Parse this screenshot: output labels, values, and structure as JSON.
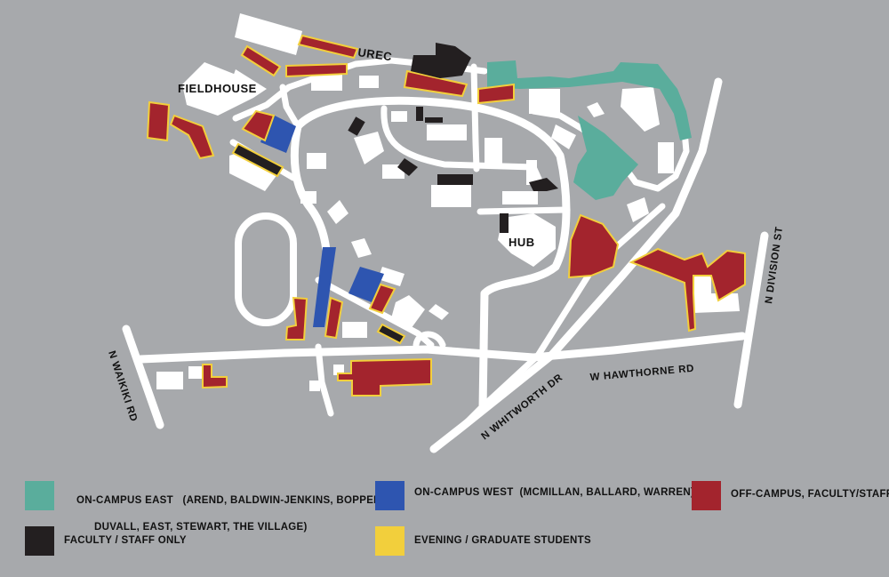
{
  "colors": {
    "background": "#a7a9ac",
    "road": "#ffffff",
    "building": "#ffffff",
    "on_campus_east": "#5aad9c",
    "on_campus_west": "#2e55b0",
    "off_campus": "#a3242d",
    "faculty_staff": "#231f20",
    "evening_graduate": "#f2cf3c"
  },
  "labels": {
    "urec": "UREC",
    "fieldhouse": "FIELDHOUSE",
    "hub": "HUB"
  },
  "streets": {
    "waikiki": "N WAIKIKI RD",
    "whitworth": "N WHITWORTH DR",
    "hawthorne": "W HAWTHORNE RD",
    "division": "N DIVISION ST"
  },
  "legend": {
    "east": {
      "line1": "ON-CAMPUS EAST   (AREND, BALDWIN-JENKINS, BOPPELL,",
      "line2": "DUVALL, EAST, STEWART, THE VILLAGE)",
      "icon": "teal-square"
    },
    "west": {
      "label": "ON-CAMPUS WEST  (MCMILLAN, BALLARD, WARREN)",
      "icon": "blue-square"
    },
    "off": {
      "label": "OFF-CAMPUS, FACULTY/STAFF",
      "icon": "red-square"
    },
    "faculty": {
      "label": "FACULTY / STAFF ONLY",
      "icon": "black-square"
    },
    "evening": {
      "label": "EVENING / GRADUATE STUDENTS",
      "icon": "yellow-square"
    }
  }
}
